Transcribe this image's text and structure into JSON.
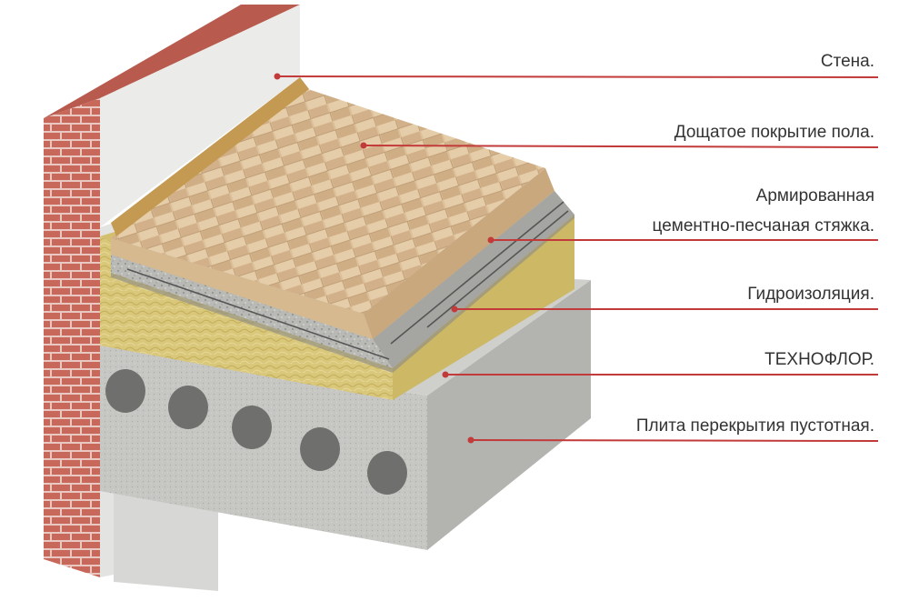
{
  "labels": [
    {
      "lines": [
        "Стена."
      ]
    },
    {
      "lines": [
        "Дощатое покрытие пола."
      ]
    },
    {
      "lines": [
        "Армированная",
        "цементно-песчаная стяжка."
      ]
    },
    {
      "lines": [
        "Гидроизоляция."
      ]
    },
    {
      "lines": [
        "ТЕХНОФЛОР."
      ]
    },
    {
      "lines": [
        "Плита перекрытия пустотная."
      ]
    }
  ],
  "colors": {
    "leader_line": "#c23a3a",
    "label_text": "#333333",
    "brick": "#c8685a",
    "plaster": "#ebebe9",
    "wood": "#dcc09a",
    "screed": "#b9b9b6",
    "insulation": "#d9c77a",
    "concrete": "#c6c6c3"
  }
}
